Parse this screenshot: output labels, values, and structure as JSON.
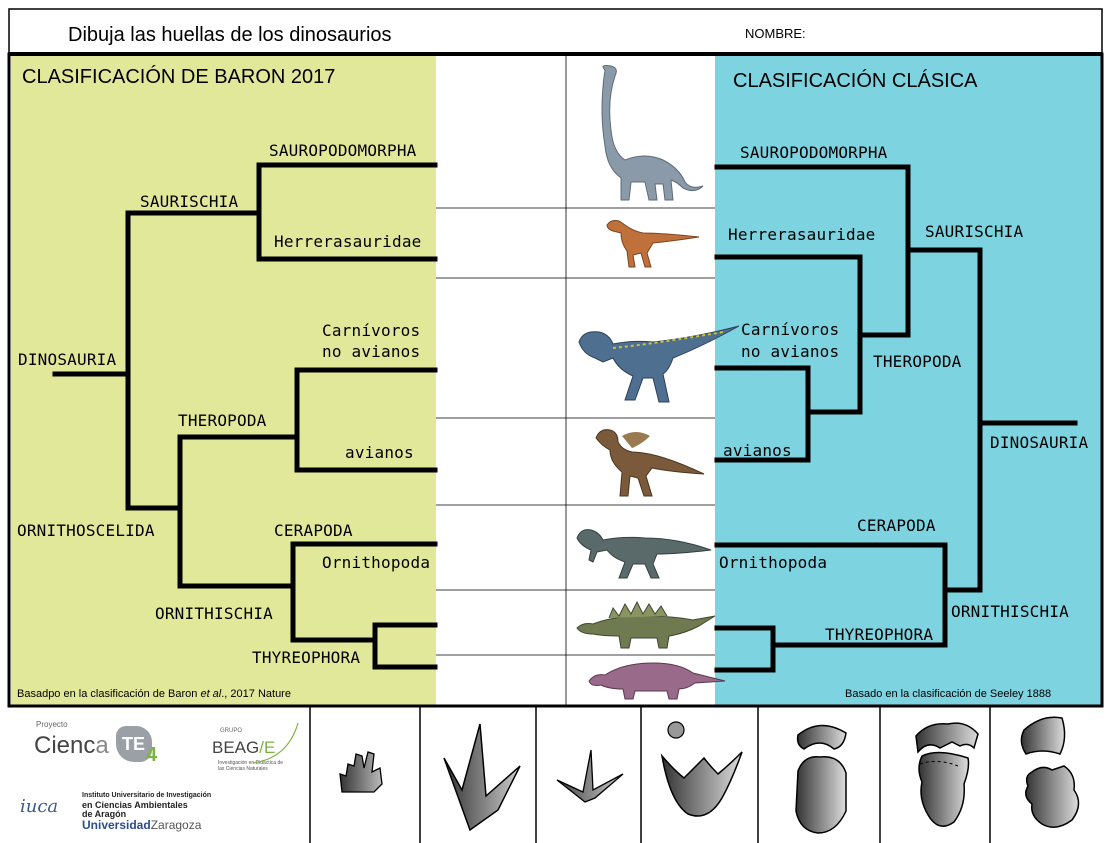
{
  "header": {
    "title": "Dibuja las huellas de los dinosaurios",
    "name_label": "NOMBRE:"
  },
  "colors": {
    "baron_panel": "#e2e89a",
    "classic_panel": "#7dd3df",
    "line": "#000000"
  },
  "baron": {
    "title": "CLASIFICACIÓN DE BARON 2017",
    "labels": {
      "sauropodomorpha": "SAUROPODOMORPHA",
      "saurischia": "SAURISCHIA",
      "herrerasauridae": "Herrerasauridae",
      "carnivoros_1": "Carnívoros",
      "carnivoros_2": "no avianos",
      "dinosauria": "DINOSAURIA",
      "theropoda": "THEROPODA",
      "avianos": "avianos",
      "ornithoscelida": "ORNITHOSCELIDA",
      "cerapoda": "CERAPODA",
      "ornithopoda": "Ornithopoda",
      "ornithischia": "ORNITHISCHIA",
      "thyreophora": "THYREOPHORA"
    },
    "footnote_pre": "Basadpo en la clasificación de Baron ",
    "footnote_em": "et al",
    "footnote_post": "., 2017 Nature"
  },
  "classic": {
    "title": "CLASIFICACIÓN CLÁSICA",
    "labels": {
      "sauropodomorpha": "SAUROPODOMORPHA",
      "herrerasauridae": "Herrerasauridae",
      "saurischia": "SAURISCHIA",
      "carnivoros_1": "Carnívoros",
      "carnivoros_2": "no avianos",
      "theropoda": "THEROPODA",
      "dinosauria": "DINOSAURIA",
      "avianos": "avianos",
      "cerapoda": "CERAPODA",
      "ornithopoda": "Ornithopoda",
      "ornithischia": "ORNITHISCHIA",
      "thyreophora": "THYREOPHORA"
    },
    "footnote": "Basado en la clasificación de Seeley 1888"
  },
  "dinosaurs": [
    {
      "name": "sauropod-illustration",
      "color": "#8a9aa8"
    },
    {
      "name": "herrerasaurus-illustration",
      "color": "#c0703a"
    },
    {
      "name": "carnivore-illustration",
      "color": "#4f6f90"
    },
    {
      "name": "feathered-avian-illustration",
      "color": "#7a5a3a"
    },
    {
      "name": "ornithopod-illustration",
      "color": "#5a6a6a"
    },
    {
      "name": "stegosaur-illustration",
      "color": "#6f7a50"
    },
    {
      "name": "ankylosaur-illustration",
      "color": "#9a6a8a"
    }
  ],
  "logos": {
    "proyecto": "Proyecto",
    "ciencia": "Cienc",
    "ciencia_a": "a",
    "te": "TE",
    "four": "4",
    "beagle_grupo": "GRUPO",
    "beagle": "BEAG",
    "beagle_e": "E",
    "beagle_sub": "Investigación en Didáctica de las Ciencias Naturales",
    "iuca": "iuca",
    "iuca_line1": "Instituto Universitario de Investigación",
    "iuca_line2": "en Ciencias Ambientales",
    "iuca_line3": "de Aragón",
    "unizar_a": "Universidad",
    "unizar_b": "Zaragoza"
  },
  "footprints": [
    {
      "name": "footprint-small-icon"
    },
    {
      "name": "footprint-large-tridactyl-icon"
    },
    {
      "name": "footprint-bird-icon"
    },
    {
      "name": "footprint-ornithopod-icon"
    },
    {
      "name": "footprint-sauropod-icon"
    },
    {
      "name": "footprint-stegosaur-icon"
    },
    {
      "name": "footprint-ankylosaur-icon"
    }
  ]
}
